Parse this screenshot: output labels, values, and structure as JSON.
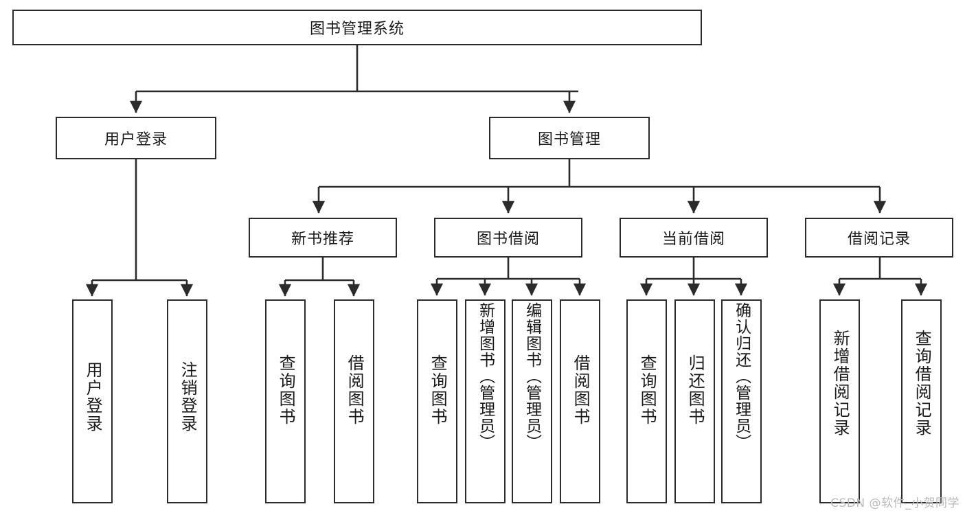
{
  "diagram": {
    "title": "图书管理系统",
    "type": "tree-hierarchy-diagram",
    "watermark": "CSDN @软件_小贺同学",
    "colors": {
      "box_border": "#2b2b2b",
      "box_fill": "#ffffff",
      "edge": "#2b2b2b",
      "text": "#1a1a1a",
      "watermark": "#b9b9b9"
    },
    "root": {
      "label": "图书管理系统"
    },
    "level2": [
      {
        "label": "用户登录"
      },
      {
        "label": "图书管理"
      }
    ],
    "level3": [
      {
        "label": "新书推荐"
      },
      {
        "label": "图书借阅"
      },
      {
        "label": "当前借阅"
      },
      {
        "label": "借阅记录"
      }
    ],
    "leaves": {
      "user_login": [
        {
          "label": "用户登录"
        },
        {
          "label": "注销登录"
        }
      ],
      "new_book_recommend": [
        {
          "label": "查询图书"
        },
        {
          "label": "借阅图书"
        }
      ],
      "book_borrow": [
        {
          "label": "查询图书"
        },
        {
          "label": "新增图书（管理员）"
        },
        {
          "label": "编辑图书（管理员）"
        },
        {
          "label": "借阅图书"
        }
      ],
      "current_borrow": [
        {
          "label": "查询图书"
        },
        {
          "label": "归还图书"
        },
        {
          "label": "确认归还（管理员）"
        }
      ],
      "borrow_record": [
        {
          "label": "新增借阅记录"
        },
        {
          "label": "查询借阅记录"
        }
      ]
    }
  }
}
